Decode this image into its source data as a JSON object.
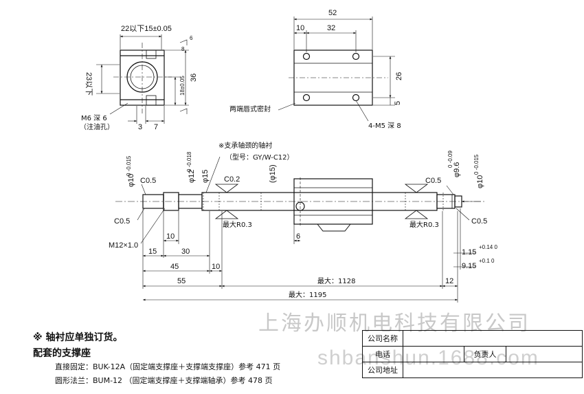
{
  "front_view": {
    "dim_top": "22以下15±0.05",
    "dim_height": "36",
    "dim_bore": "18±0.05",
    "dim_left": "23以下",
    "dim_bottom_3": "3",
    "dim_bottom_7": "7",
    "oil_hole": "M6 深 6",
    "oil_hole_note": "（注油孔）",
    "flatness_6": "6",
    "flatness_8": "8"
  },
  "top_view": {
    "dim_width": "52",
    "dim_10": "10",
    "dim_32": "32",
    "dim_26": "26",
    "dim_5": "5",
    "seal_note": "两端唇式密封",
    "holes": "4-M5 深 8"
  },
  "shaft_view": {
    "collar_note": "※支承轴颈的轴衬",
    "collar_model": "（型号：GY/W-C12）",
    "left_dia": "φ10",
    "left_tol": "0 -0.015",
    "dia12": "φ12",
    "dia12_tol": "0 -0.018",
    "dia15": "φ15",
    "dia15_paren": "(φ15)",
    "right_dia": "φ9.6",
    "right_dia_tol": "0 -0.09",
    "right_dia10": "φ10",
    "right_dia10_tol": "0 -0.015",
    "c05_tl": "C0.5",
    "c05_bl": "C0.5",
    "c02": "C0.2",
    "c05_tr": "C0.5",
    "c05_br": "C0.5",
    "r03_l": "最大R0.3",
    "r03_r": "最大R0.3",
    "thread": "M12×1.0",
    "d10": "10",
    "d15": "15",
    "d30": "30",
    "d45": "45",
    "d10b": "10",
    "d6": "6",
    "d55": "55",
    "dmax1128": "最大：1128",
    "d12": "12",
    "dmax1195": "最大：1195",
    "groove1": "1.15",
    "groove1_tol": "+0.14 0",
    "groove2": "9.15",
    "groove2_tol": "+0.1 0"
  },
  "watermark": {
    "company": "上海办顺机电科技有限公司",
    "site": "shbanshun.1688.com"
  },
  "notes": {
    "line1": "※ 轴衬应单独订货。",
    "line2": "配套的支撑座",
    "line3": "直接固定：BUK-12A（固定端支撑座＋支撑端支撑座）参考 471 页",
    "line4": "圆形法兰：BUM-12 （固定端支撑座＋支撑端轴承）参考 478 页"
  },
  "info_table": {
    "company_label": "公司名称",
    "phone_label": "电话",
    "manager_label": "负责人",
    "address_label": "公司地址"
  }
}
